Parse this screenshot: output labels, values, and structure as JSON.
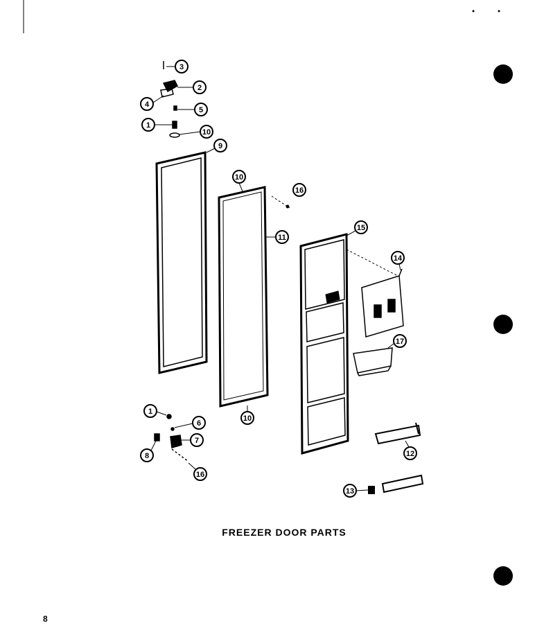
{
  "caption": "FREEZER DOOR PARTS",
  "page_number": "8",
  "callout_labels": {
    "screw_top": "3",
    "hinge_top": "2",
    "bracket_top": "4",
    "bushing_top": "5",
    "washer_top": "1",
    "spacer_top": "10",
    "door_gasket": "9",
    "liner_top": "10",
    "screw_mid": "16",
    "liner": "11",
    "inner_door": "15",
    "ice_chute": "14",
    "bin": "17",
    "liner_bottom": "10",
    "washer_bottom": "1",
    "bushing_bottom": "6",
    "hinge_bottom": "7",
    "bracket_bottom": "8",
    "screw_bottom": "16",
    "shelf_bar": "12",
    "trim_bar": "13"
  },
  "colors": {
    "ink": "#000000",
    "paper": "#ffffff"
  }
}
